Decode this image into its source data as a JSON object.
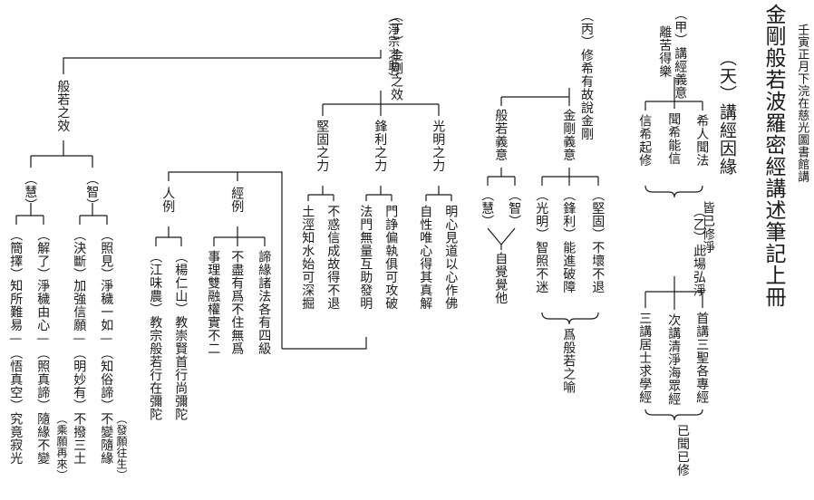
{
  "header": {
    "title": "金剛般若波羅密經講述筆記上冊",
    "note": "壬寅正月下浣在慈光圖書館講",
    "section_heaven": "（天）講經因緣"
  },
  "jia": {
    "label": "（甲）講經義意",
    "sub": "離苦得樂",
    "items": [
      "希人聞法",
      "聞希能信",
      "信希起修"
    ],
    "brace": "皆已修淨"
  },
  "yi": {
    "label": "（乙）此場弘淨",
    "items": [
      "首講三聖各專經",
      "次講清淨海眾經",
      "三講居士求學經"
    ],
    "brace": "已聞已修"
  },
  "bing": {
    "label": "（丙）修希有故說金剛",
    "branch_left": "般若義意",
    "branch_right": "金剛義意",
    "wisdom": "（智）",
    "insight": "（慧）",
    "wisdom_result": "自覺覺他",
    "diamond_items": [
      "（堅固）不壞不退",
      "（鋒利）能進破障",
      "（光明）智照不迷"
    ],
    "diamond_result": "爲般若之喻"
  },
  "ding": {
    "label": "（丁）金剛之效",
    "note": "（淨宗之助）",
    "powers": [
      {
        "title": "堅固之力",
        "lines": [
          "不惑信成故得不退",
          "土涇知水始可深掘"
        ]
      },
      {
        "title": "鋒利之力",
        "lines": [
          "門諍偏執俱可攻破",
          "法門無量互助發明"
        ]
      },
      {
        "title": "光明之力",
        "lines": [
          "明心見道以心作佛",
          "自性唯心得其真解"
        ]
      }
    ],
    "jing_li": {
      "title": "經例",
      "lines": [
        "諦緣諸法各有四級",
        "不盡有爲不住無爲",
        "事理雙融權實不二"
      ]
    },
    "ren_li": {
      "title": "人例",
      "lines": [
        "（楊仁山）教崇賢首行尚彌陀",
        "（江味農）教宗般若行在彌陀"
      ]
    }
  },
  "bore_effect": {
    "title": "般若之效",
    "wisdom": "（智）",
    "insight": "（慧）",
    "wisdom_lines": [
      {
        "label": "（照見）",
        "text": "淨穢一如—（知俗諦）不變隨緣",
        "note": "（發願往生）"
      },
      {
        "label": "（決斷）",
        "text": "加強信願—（明妙有）不撥三土",
        "note": "（乘願再來）"
      }
    ],
    "insight_lines": [
      {
        "label": "（解了）",
        "text": "淨穢由心—（照真諦）隨緣不變"
      },
      {
        "label": "（簡擇）",
        "text": "知所難易—（悟真空）究竟寂光"
      }
    ]
  }
}
